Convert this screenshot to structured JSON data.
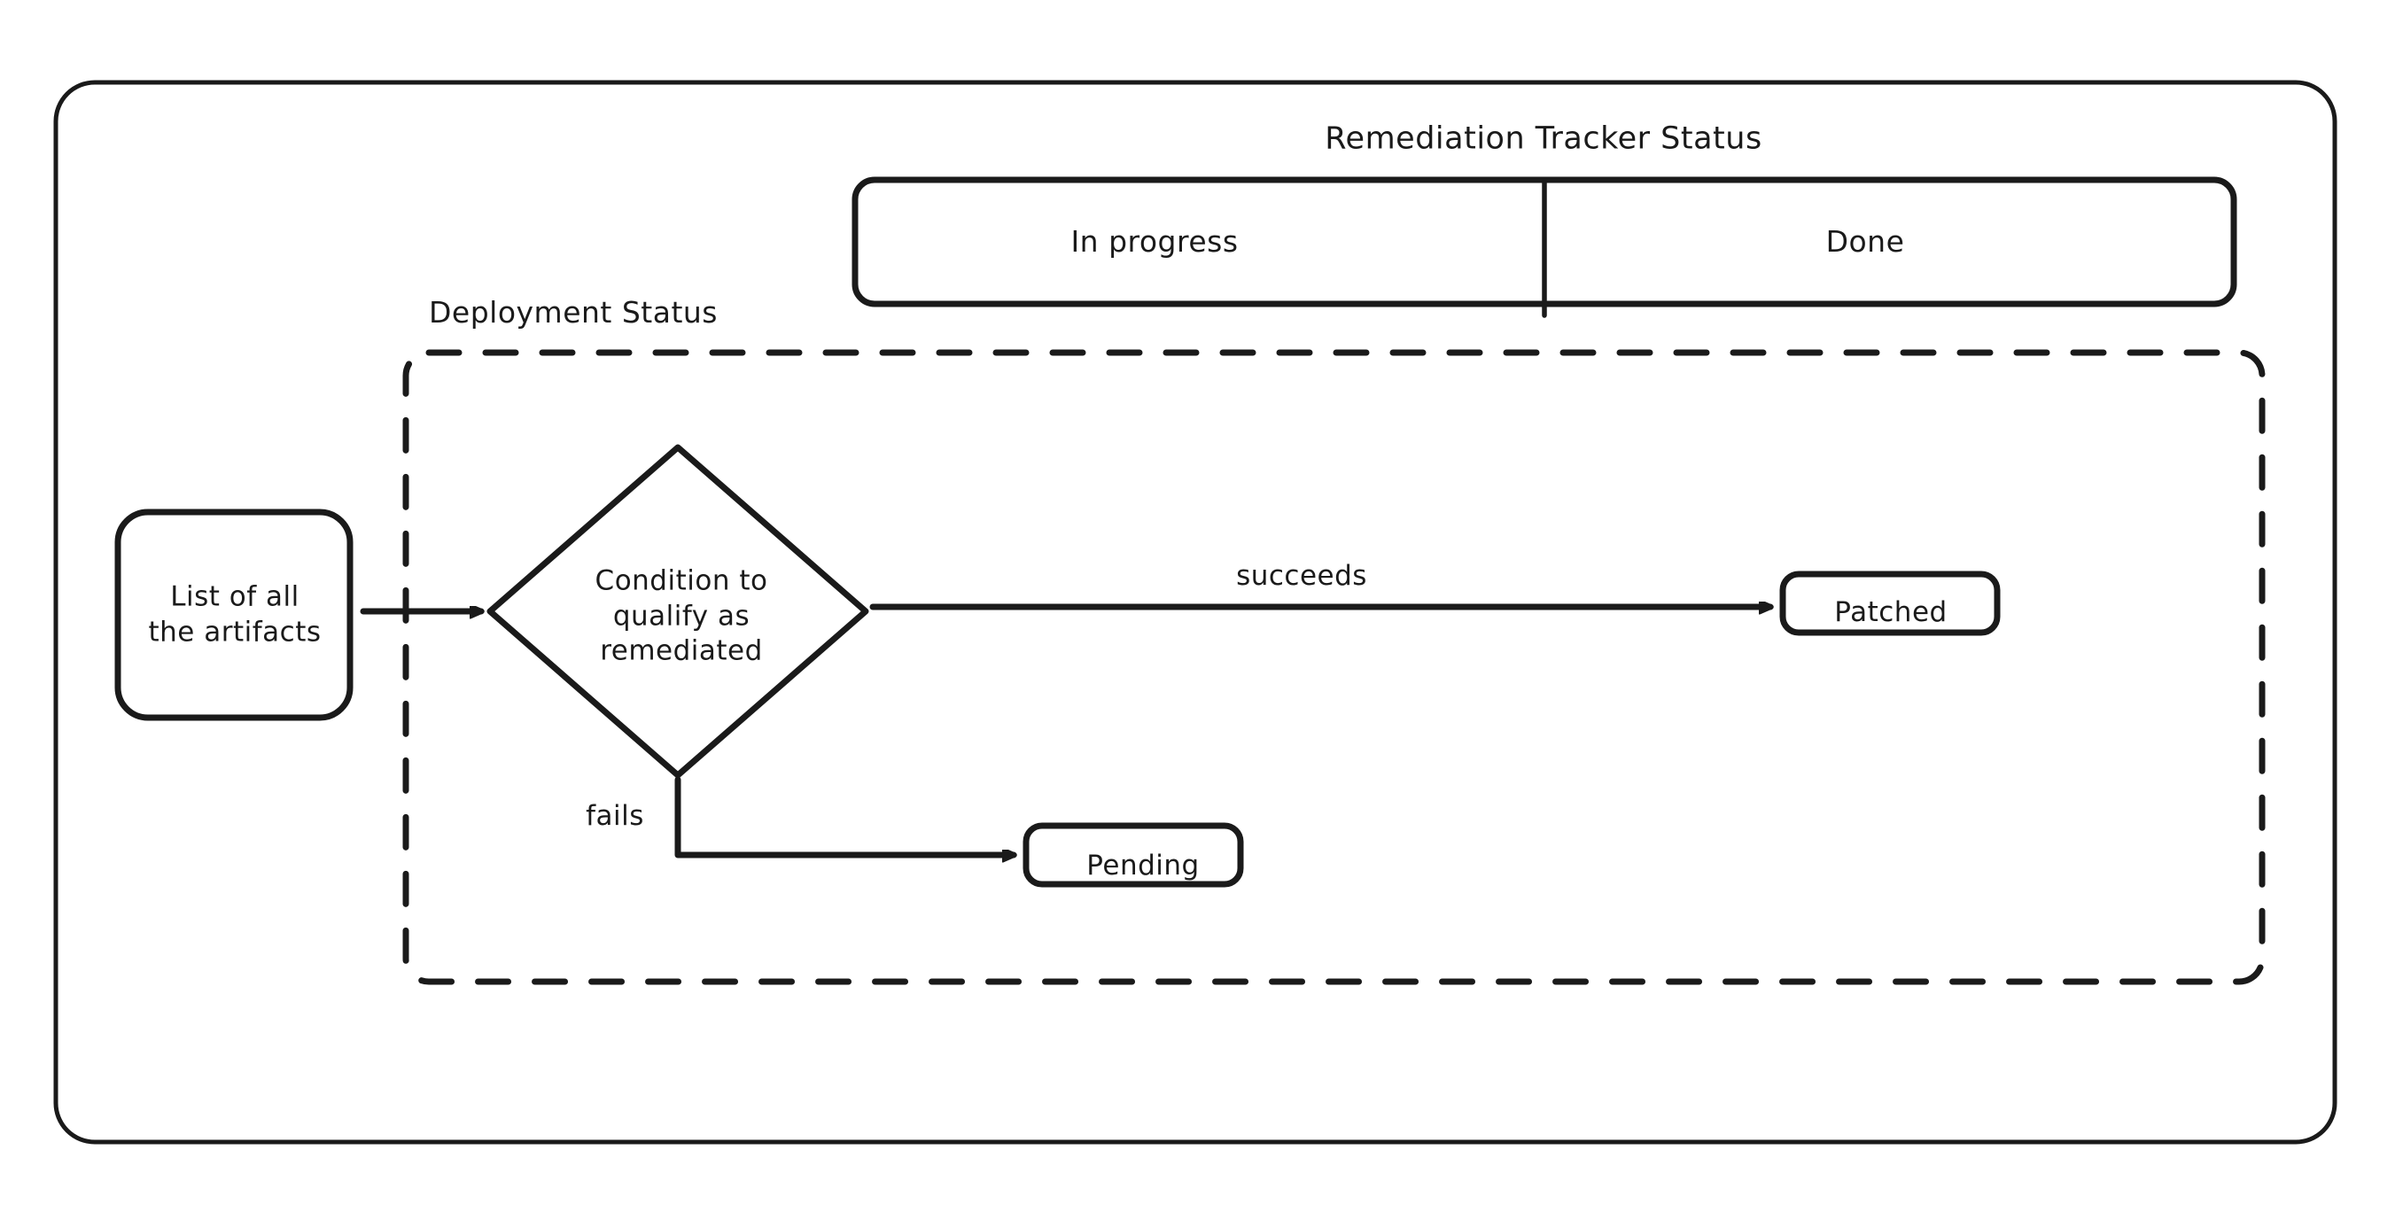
{
  "diagram": {
    "title_top": "Remediation Tracker Status",
    "group_label_left": "Deployment Status",
    "tracker_cells": [
      {
        "label": "In progress"
      },
      {
        "label": "Done"
      }
    ],
    "nodes": {
      "source": "List of all\nthe artifacts",
      "decision": "Condition to\nqualify as\nremediated",
      "outcome_success": "Patched",
      "outcome_failure": "Pending"
    },
    "edges": [
      {
        "label": "",
        "from": "source",
        "to": "decision"
      },
      {
        "label": "succeeds",
        "from": "decision",
        "to": "outcome_success"
      },
      {
        "label": "fails",
        "from": "decision",
        "to": "outcome_failure"
      }
    ],
    "colors": {
      "stroke": "#1a1a1a",
      "background": "#ffffff",
      "text": "#1a1a1a"
    }
  }
}
